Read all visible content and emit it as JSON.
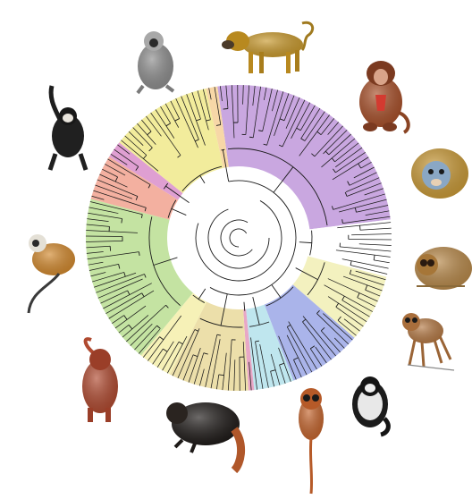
{
  "figure": {
    "kind": "circular-phylogeny",
    "background": "#ffffff",
    "tree_line_color": "#1a1a1a"
  },
  "clades": [
    {
      "id": "purple",
      "color": "#c9a7e0",
      "tips": 42
    },
    {
      "id": "white",
      "color": "#ffffff",
      "tips": 10
    },
    {
      "id": "lightyellow",
      "color": "#f3f1bf",
      "tips": 12
    },
    {
      "id": "blue",
      "color": "#aab4ea",
      "tips": 13
    },
    {
      "id": "cyan",
      "color": "#bfe6ee",
      "tips": 7
    },
    {
      "id": "pink",
      "color": "#e8a7c6",
      "tips": 1
    },
    {
      "id": "tan",
      "color": "#ecdfaa",
      "tips": 14
    },
    {
      "id": "paleyellow",
      "color": "#f6f1b7",
      "tips": 6
    },
    {
      "id": "green",
      "color": "#c4e3a2",
      "tips": 30
    },
    {
      "id": "salmon",
      "color": "#f3b0a0",
      "tips": 8
    },
    {
      "id": "magenta",
      "color": "#df9fd2",
      "tips": 3
    },
    {
      "id": "yellow",
      "color": "#f2ec9c",
      "tips": 18
    },
    {
      "id": "peach",
      "color": "#f7d7a7",
      "tips": 2
    }
  ],
  "illustrations": [
    {
      "name": "yellow-baboon-illustration",
      "icon": "baboon"
    },
    {
      "name": "gelada-illustration",
      "icon": "gelada"
    },
    {
      "name": "snub-nosed-monkey-illustration",
      "icon": "snub-nosed-monkey"
    },
    {
      "name": "slow-loris-illustration",
      "icon": "slow-loris"
    },
    {
      "name": "slender-loris-illustration",
      "icon": "slender-loris"
    },
    {
      "name": "ruffed-lemur-illustration",
      "icon": "ruffed-lemur"
    },
    {
      "name": "tarsier-illustration",
      "icon": "tarsier"
    },
    {
      "name": "saki-monkey-illustration",
      "icon": "saki-monkey"
    },
    {
      "name": "howler-monkey-illustration",
      "icon": "howler-monkey"
    },
    {
      "name": "squirrel-monkey-illustration",
      "icon": "squirrel-monkey"
    },
    {
      "name": "gibbon-illustration",
      "icon": "gibbon"
    },
    {
      "name": "langur-illustration",
      "icon": "langur"
    }
  ]
}
